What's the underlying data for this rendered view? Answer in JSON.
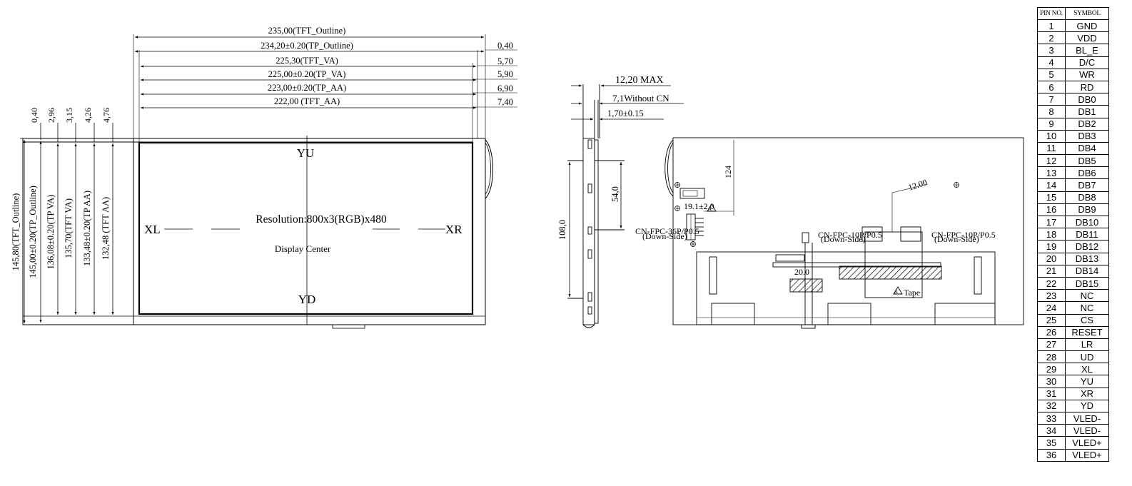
{
  "front_view": {
    "width_dims": [
      {
        "value": "235,00(TFT_Outline)",
        "right": ""
      },
      {
        "value": "234,20±0.20(TP_Outline)",
        "right": "0,40"
      },
      {
        "value": "225,30(TFT_VA)",
        "right": "5,70"
      },
      {
        "value": "225,00±0.20(TP_VA)",
        "right": "5,90"
      },
      {
        "value": "223,00±0.20(TP_AA)",
        "right": "6,90"
      },
      {
        "value": "222,00 (TFT_AA)",
        "right": "7,40"
      }
    ],
    "height_dims": [
      {
        "value": "145,80(TFT_Outline)",
        "top": "0,40"
      },
      {
        "value": "145,00±0.20(TP_Outline)",
        "top": "2,96"
      },
      {
        "value": "136,08±0.20(TP VA)",
        "top": "3,15"
      },
      {
        "value": "135,70(TFT VA)",
        "top": "4,26"
      },
      {
        "value": "133,48±0.20(TP AA)",
        "top": "4,76"
      },
      {
        "value": "132,48 (TFT AA)",
        "top": ""
      }
    ],
    "labels": {
      "yu": "YU",
      "yd": "YD",
      "xl": "XL",
      "xr": "XR",
      "resolution": "Resolution:800x3(RGB)x480",
      "center": "Display Center"
    }
  },
  "side_view": {
    "max_thickness": "12,20 MAX",
    "without_cn": "7,1Without CN",
    "fpc_thickness": "1,70±0.15",
    "height_dim": "108,0",
    "inner_dim": "54,0"
  },
  "back_view": {
    "connector_main": "CN-FPC-36P/P0.5",
    "connector_main_sub": "(Down-Side)",
    "dim_a": "19.1±2.0",
    "dim_b": "12.00",
    "dim_c": "20.0",
    "dim_d": "124",
    "conn_left": "CN-FPC-10P/P0.5",
    "conn_left_sub": "(Down-Side)",
    "conn_right": "CN-FPC-10P/P0.5",
    "conn_right_sub": "(Down-Side)",
    "tape": "Tape",
    "mark": "A"
  },
  "pin_table": {
    "headers": [
      "PIN NO.",
      "SYMBOL"
    ],
    "rows": [
      [
        "1",
        "GND"
      ],
      [
        "2",
        "VDD"
      ],
      [
        "3",
        "BL_E"
      ],
      [
        "4",
        "D/C"
      ],
      [
        "5",
        "WR"
      ],
      [
        "6",
        "RD"
      ],
      [
        "7",
        "DB0"
      ],
      [
        "8",
        "DB1"
      ],
      [
        "9",
        "DB2"
      ],
      [
        "10",
        "DB3"
      ],
      [
        "11",
        "DB4"
      ],
      [
        "12",
        "DB5"
      ],
      [
        "13",
        "DB6"
      ],
      [
        "14",
        "DB7"
      ],
      [
        "15",
        "DB8"
      ],
      [
        "16",
        "DB9"
      ],
      [
        "17",
        "DB10"
      ],
      [
        "18",
        "DB11"
      ],
      [
        "19",
        "DB12"
      ],
      [
        "20",
        "DB13"
      ],
      [
        "21",
        "DB14"
      ],
      [
        "22",
        "DB15"
      ],
      [
        "23",
        "NC"
      ],
      [
        "24",
        "NC"
      ],
      [
        "25",
        "CS"
      ],
      [
        "26",
        "RESET"
      ],
      [
        "27",
        "LR"
      ],
      [
        "28",
        "UD"
      ],
      [
        "29",
        "XL"
      ],
      [
        "30",
        "YU"
      ],
      [
        "31",
        "XR"
      ],
      [
        "32",
        "YD"
      ],
      [
        "33",
        "VLED-"
      ],
      [
        "34",
        "VLED-"
      ],
      [
        "35",
        "VLED+"
      ],
      [
        "36",
        "VLED+"
      ]
    ]
  }
}
